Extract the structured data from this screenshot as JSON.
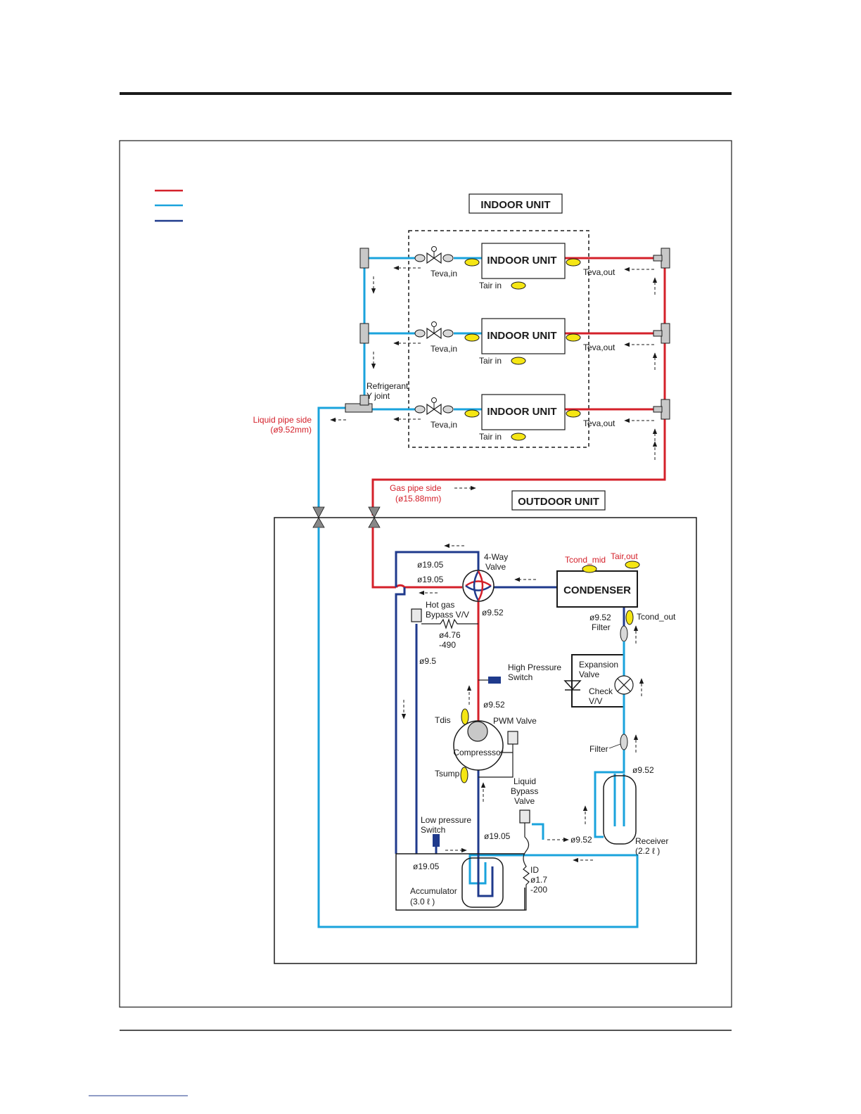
{
  "legend": {
    "colors": [
      "#d4202a",
      "#1aa3dc",
      "#1f3a8c"
    ]
  },
  "indoor": {
    "title": "INDOOR UNIT",
    "unit_label": "INDOOR UNIT",
    "teva_in": "Teva,in",
    "teva_out": "Teva,out",
    "tair_in": "Tair in",
    "y_joint": [
      "Refrigerant",
      "Y joint"
    ]
  },
  "pipes": {
    "liquid": [
      "Liquid pipe side",
      "(ø9.52mm)"
    ],
    "gas": [
      "Gas pipe side",
      "(ø15.88mm)"
    ]
  },
  "outdoor": {
    "title": "OUTDOOR UNIT",
    "condenser": "CONDENSER",
    "four_way": [
      "4-Way",
      "Valve"
    ],
    "tcond_mid": "Tcond_mid",
    "tair_out": "Tair,out",
    "tcond_out": "Tcond_out",
    "d1905a": "ø19.05",
    "d1905b": "ø19.05",
    "d952a": "ø9.52",
    "d952_filter": "ø9.52",
    "filter1": "Filter",
    "hot_gas": [
      "Hot gas",
      "Bypass V/V"
    ],
    "d476": [
      "ø4.76",
      "-490"
    ],
    "d95": "ø9.5",
    "hps": [
      "High Pressure",
      "Switch"
    ],
    "d952b": "ø9.52",
    "expansion": [
      "Expansion",
      "Valve"
    ],
    "check": [
      "Check",
      "V/V"
    ],
    "tdis": "Tdis",
    "pwm": "PWM Valve",
    "compressor": "Compresssor",
    "tsump": "Tsump",
    "filter2": "Filter",
    "d952c": "ø9.52",
    "liq_bypass": [
      "Liquid",
      "Bypass",
      "Valve"
    ],
    "lps": [
      "Low pressure",
      "Switch"
    ],
    "d1905c": "ø19.05",
    "d952d": "ø9.52",
    "receiver": [
      "Receiver",
      "(2.2 ℓ )"
    ],
    "d1905d": "ø19.05",
    "id": [
      "ID",
      "ø1.7",
      "-200"
    ],
    "accumulator": [
      "Accumulator",
      "(3.0 ℓ )"
    ]
  }
}
